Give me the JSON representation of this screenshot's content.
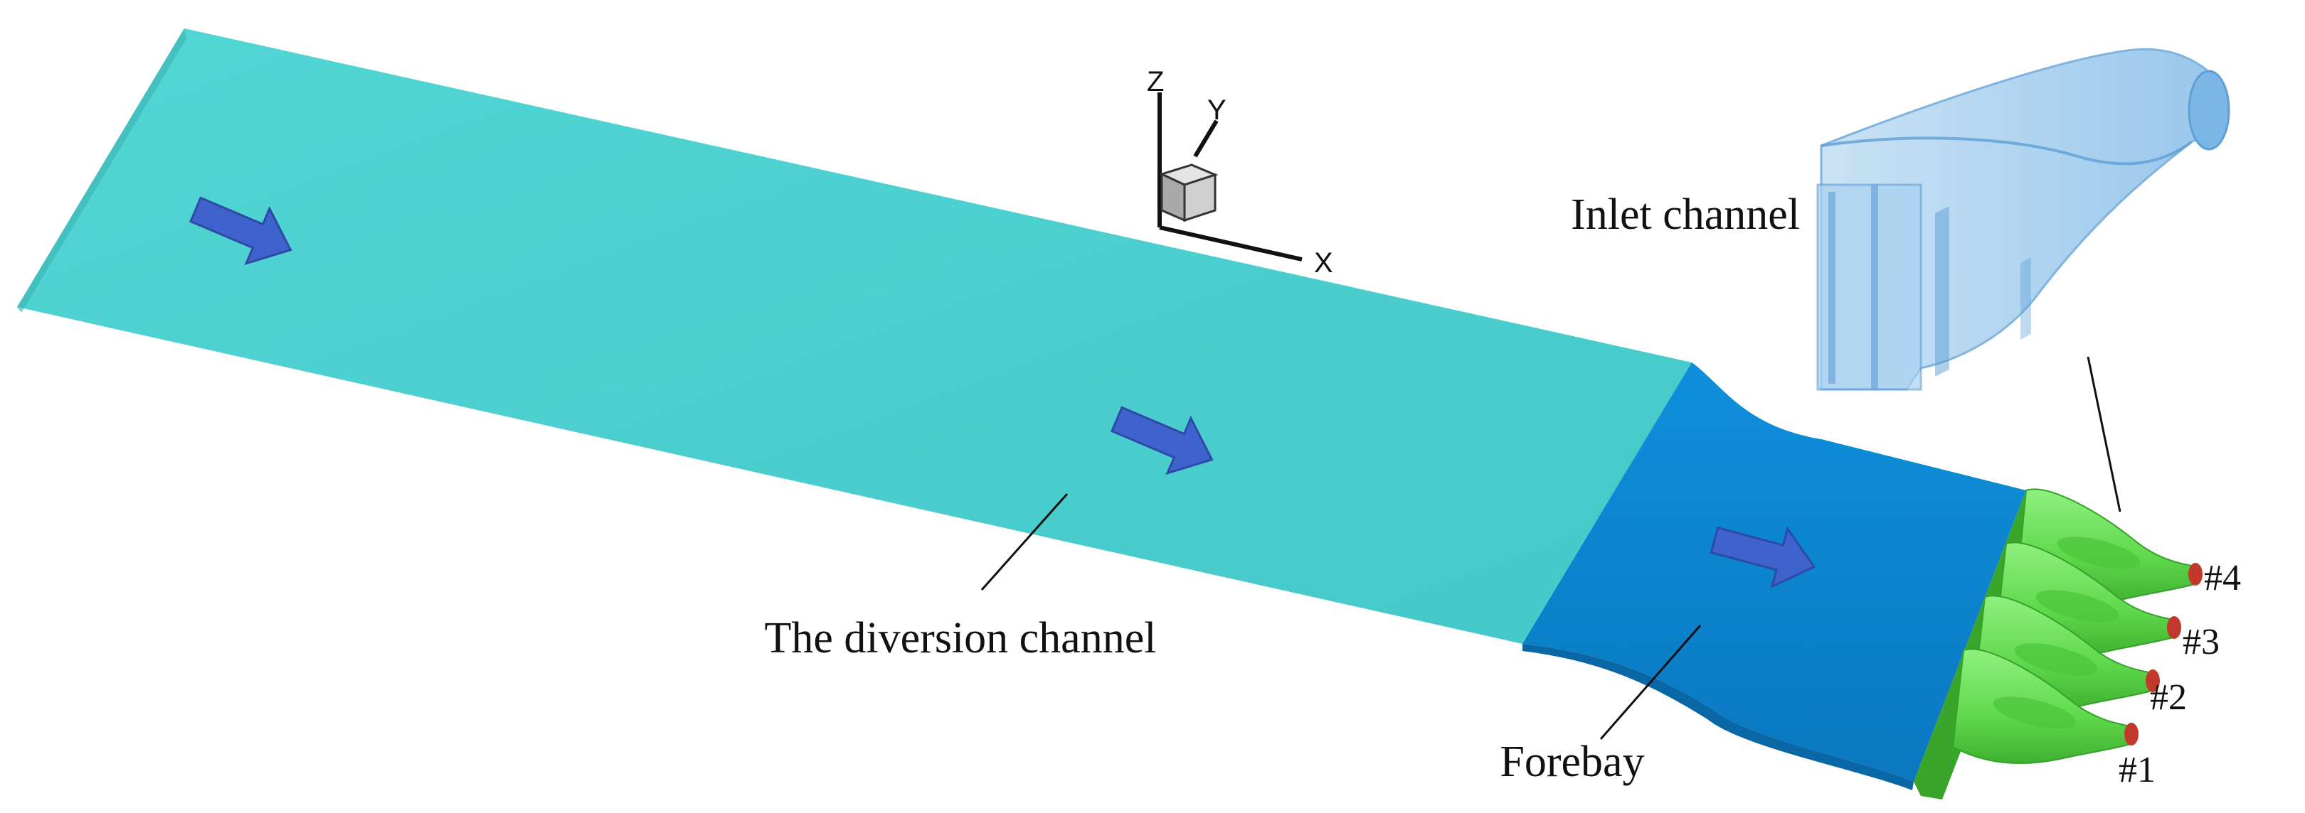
{
  "labels": {
    "diversion_channel": "The diversion channel",
    "forebay": "Forebay",
    "inlet_channel": "Inlet channel",
    "pump_1": "#1",
    "pump_2": "#2",
    "pump_3": "#3",
    "pump_4": "#4"
  },
  "axes": {
    "x": "X",
    "y": "Y",
    "z": "Z"
  },
  "colors": {
    "diversion_channel": "#4fd2d0",
    "forebay": "#0b86d3",
    "inlet_channel": "#8fc4ec",
    "pumps": "#6be05a",
    "flow_arrow": "#3f63cc",
    "pump_outlet": "#c0392b"
  },
  "icons": [
    "flow-arrow-icon",
    "axis-triad-icon",
    "axis-cube-icon"
  ]
}
